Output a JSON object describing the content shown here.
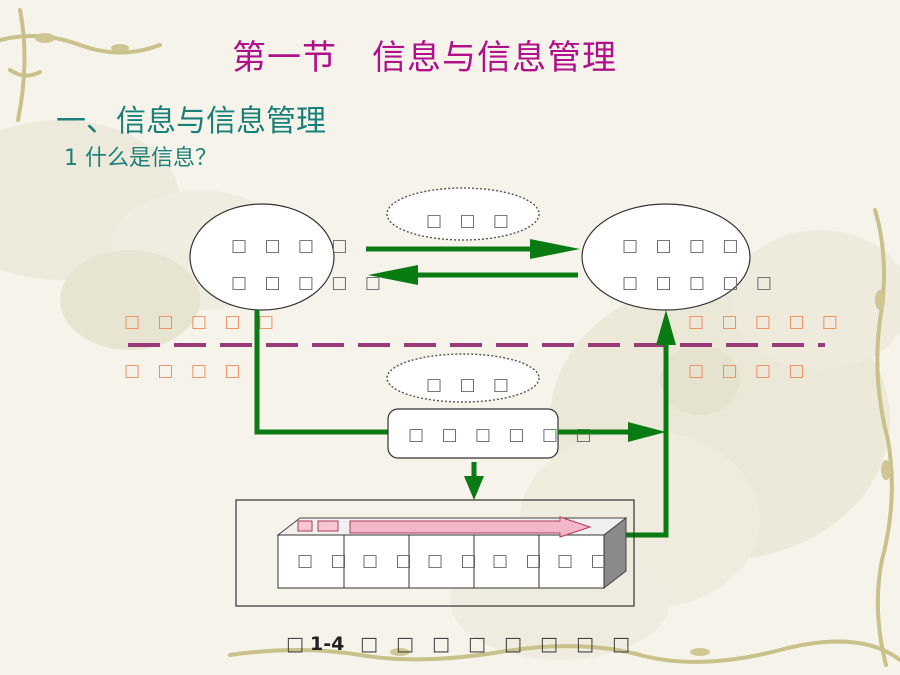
{
  "slide": {
    "title": "第一节　信息与信息管理",
    "section_heading": "一、信息与信息管理",
    "subsection_heading": "1 什么是信息？"
  },
  "diagram": {
    "left_node": {
      "line1": "□ □ □ □",
      "line2": "□ □ □ □ □"
    },
    "right_node": {
      "line1": "□ □ □ □",
      "line2": "□ □ □ □ □"
    },
    "top_bubble": "□ □ □",
    "middle_bubble": "□ □ □",
    "process_box": "□ □ □ □ □ □",
    "left_label_upper": "□ □ □ □ □",
    "left_label_lower": "□ □ □ □",
    "right_label_upper": "□ □ □ □ □",
    "right_label_lower": "□ □ □ □",
    "store_cells": [
      "□ □",
      "□ □",
      "□ □",
      "□ □",
      "□ □"
    ],
    "caption_prefix": "□",
    "caption_number": "1-4",
    "caption_text": "□ □ □ □ □ □ □ □"
  },
  "colors": {
    "title": "#b0108a",
    "heading": "#1a7f78",
    "arrow_green": "#0a7a12",
    "dashed_divider": "#9b3a78",
    "side_labels": "#ef8a5a"
  },
  "icons": [
    "vine-decoration",
    "flower-watermark"
  ]
}
